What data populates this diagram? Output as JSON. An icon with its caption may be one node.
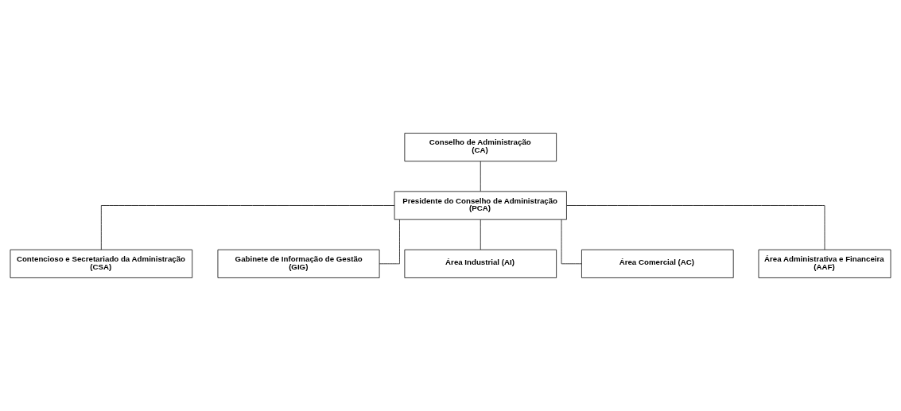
{
  "diagram": {
    "nodes": [
      {
        "text": [
          "Conselho de Administração (CA)"
        ]
      },
      {
        "text": [
          "Presidente do Conselho de Administração (PCA)"
        ]
      },
      {
        "text": [
          "Contencioso e Secretariado da Administração (CSA)"
        ]
      },
      {
        "text": [
          "Gabinete de Informação de Gestão (GIG)"
        ]
      },
      {
        "text": [
          "Área Industrial (AI)"
        ]
      },
      {
        "text": [
          "Área Comercial (AC)"
        ]
      },
      {
        "text": [
          "Área Administrativa e Financeira (AAF)"
        ]
      }
    ],
    "edges": [
      {
        "from": 0,
        "to": 1,
        "arrow": "none"
      },
      {
        "from": 1,
        "to": 2,
        "arrow": "none"
      },
      {
        "from": 1,
        "to": 3,
        "arrow": "none"
      },
      {
        "from": 1,
        "to": 4,
        "arrow": "none"
      },
      {
        "from": 1,
        "to": 5,
        "arrow": "none"
      },
      {
        "from": 1,
        "to": 6,
        "arrow": "none"
      }
    ]
  }
}
